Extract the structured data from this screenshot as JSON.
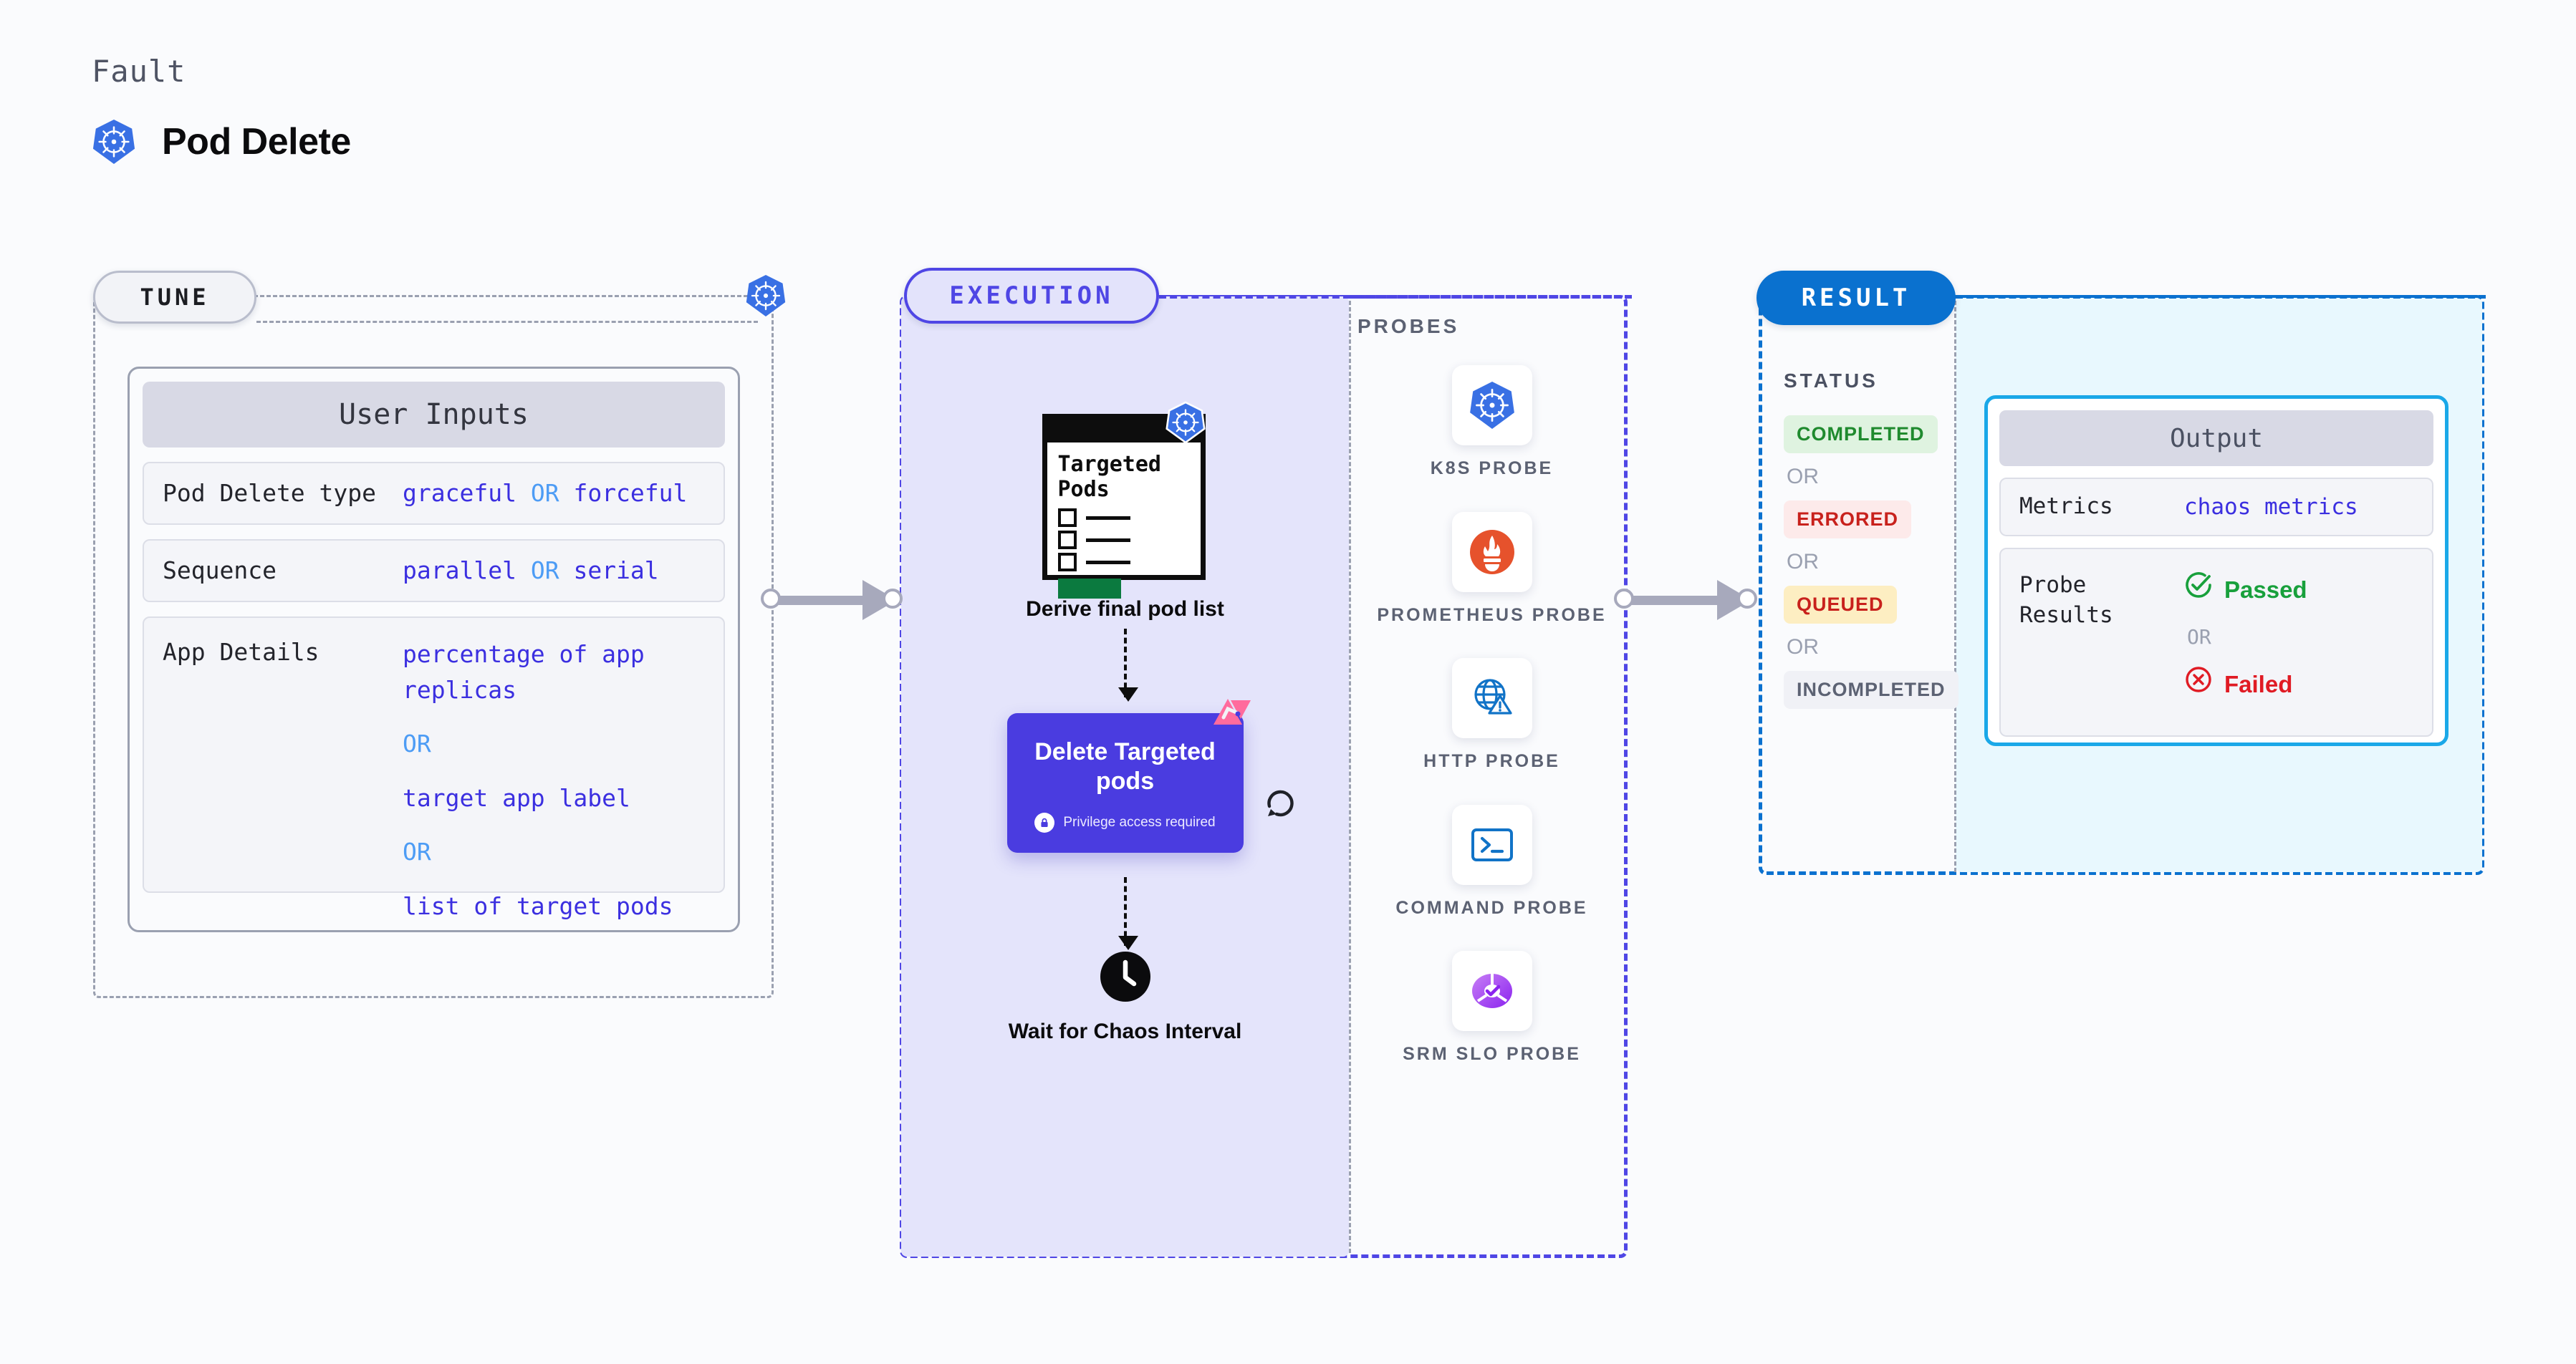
{
  "header": {
    "eyebrow": "Fault",
    "title": "Pod Delete",
    "icon": "kubernetes-icon"
  },
  "colors": {
    "page_bg": "#fafbfd",
    "tune_border": "#9aa0b0",
    "execution_accent": "#4f46e5",
    "execution_fill": "#e4e4fb",
    "result_accent": "#0a71cf",
    "result_fill": "#e8f8fe",
    "output_border": "#1aa8e8",
    "value_blue": "#3b2fe0",
    "or_blue": "#4d9cf5",
    "delete_card": "#4a3ce0",
    "litmus_pink": "#ff6b9d",
    "passed_green": "#18a03c",
    "failed_red": "#e01b24"
  },
  "tune": {
    "pill_label": "TUNE",
    "icon": "kubernetes-icon",
    "card": {
      "header": "User Inputs",
      "rows": [
        {
          "key": "Pod Delete type",
          "values": [
            "graceful",
            "forceful"
          ],
          "separator": "OR",
          "inline": true
        },
        {
          "key": "Sequence",
          "values": [
            "parallel",
            "serial"
          ],
          "separator": "OR",
          "inline": true
        },
        {
          "key": "App Details",
          "values": [
            "percentage of app replicas",
            "target app label",
            "list of target pods"
          ],
          "separator": "OR",
          "inline": false
        }
      ]
    }
  },
  "connectors": [
    {
      "name": "tune-to-execution",
      "style": "arrow-right"
    },
    {
      "name": "execution-to-result",
      "style": "arrow-right"
    }
  ],
  "execution": {
    "pill_label": "EXECUTION",
    "flow": {
      "step1": {
        "doc_title": "Targeted Pods",
        "doc_icon": "kubernetes-icon",
        "label": "Derive final pod list"
      },
      "step2": {
        "title": "Delete Targeted pods",
        "subtitle": "Privilege access required",
        "subtitle_icon": "lock-icon",
        "corner_icon": "litmuschaos-icon",
        "retry_icon": "retry-loop-icon"
      },
      "step3": {
        "icon": "clock-icon",
        "label": "Wait for Chaos Interval"
      }
    },
    "probes": {
      "label": "PROBES",
      "items": [
        {
          "name": "K8S PROBE",
          "icon": "kubernetes-icon"
        },
        {
          "name": "PROMETHEUS PROBE",
          "icon": "prometheus-icon"
        },
        {
          "name": "HTTP PROBE",
          "icon": "globe-warning-icon"
        },
        {
          "name": "COMMAND PROBE",
          "icon": "terminal-icon"
        },
        {
          "name": "SRM SLO PROBE",
          "icon": "srm-slo-donut-icon"
        }
      ]
    }
  },
  "result": {
    "pill_label": "RESULT",
    "status": {
      "label": "STATUS",
      "separator": "OR",
      "items": [
        {
          "label": "COMPLETED",
          "bg": "#dff3e0",
          "fg": "#1f8a2e"
        },
        {
          "label": "ERRORED",
          "bg": "#fdeaea",
          "fg": "#c8211c"
        },
        {
          "label": "QUEUED",
          "bg": "#fdeec2",
          "fg": "#c8211c"
        },
        {
          "label": "INCOMPLETED",
          "bg": "#f0f1f6",
          "fg": "#5c6273"
        }
      ]
    },
    "output": {
      "header": "Output",
      "metrics": {
        "key": "Metrics",
        "value": "chaos metrics"
      },
      "probe_results": {
        "key": "Probe Results",
        "separator": "OR",
        "passed": {
          "label": "Passed",
          "icon": "check-circle-icon"
        },
        "failed": {
          "label": "Failed",
          "icon": "x-circle-icon"
        }
      }
    }
  }
}
